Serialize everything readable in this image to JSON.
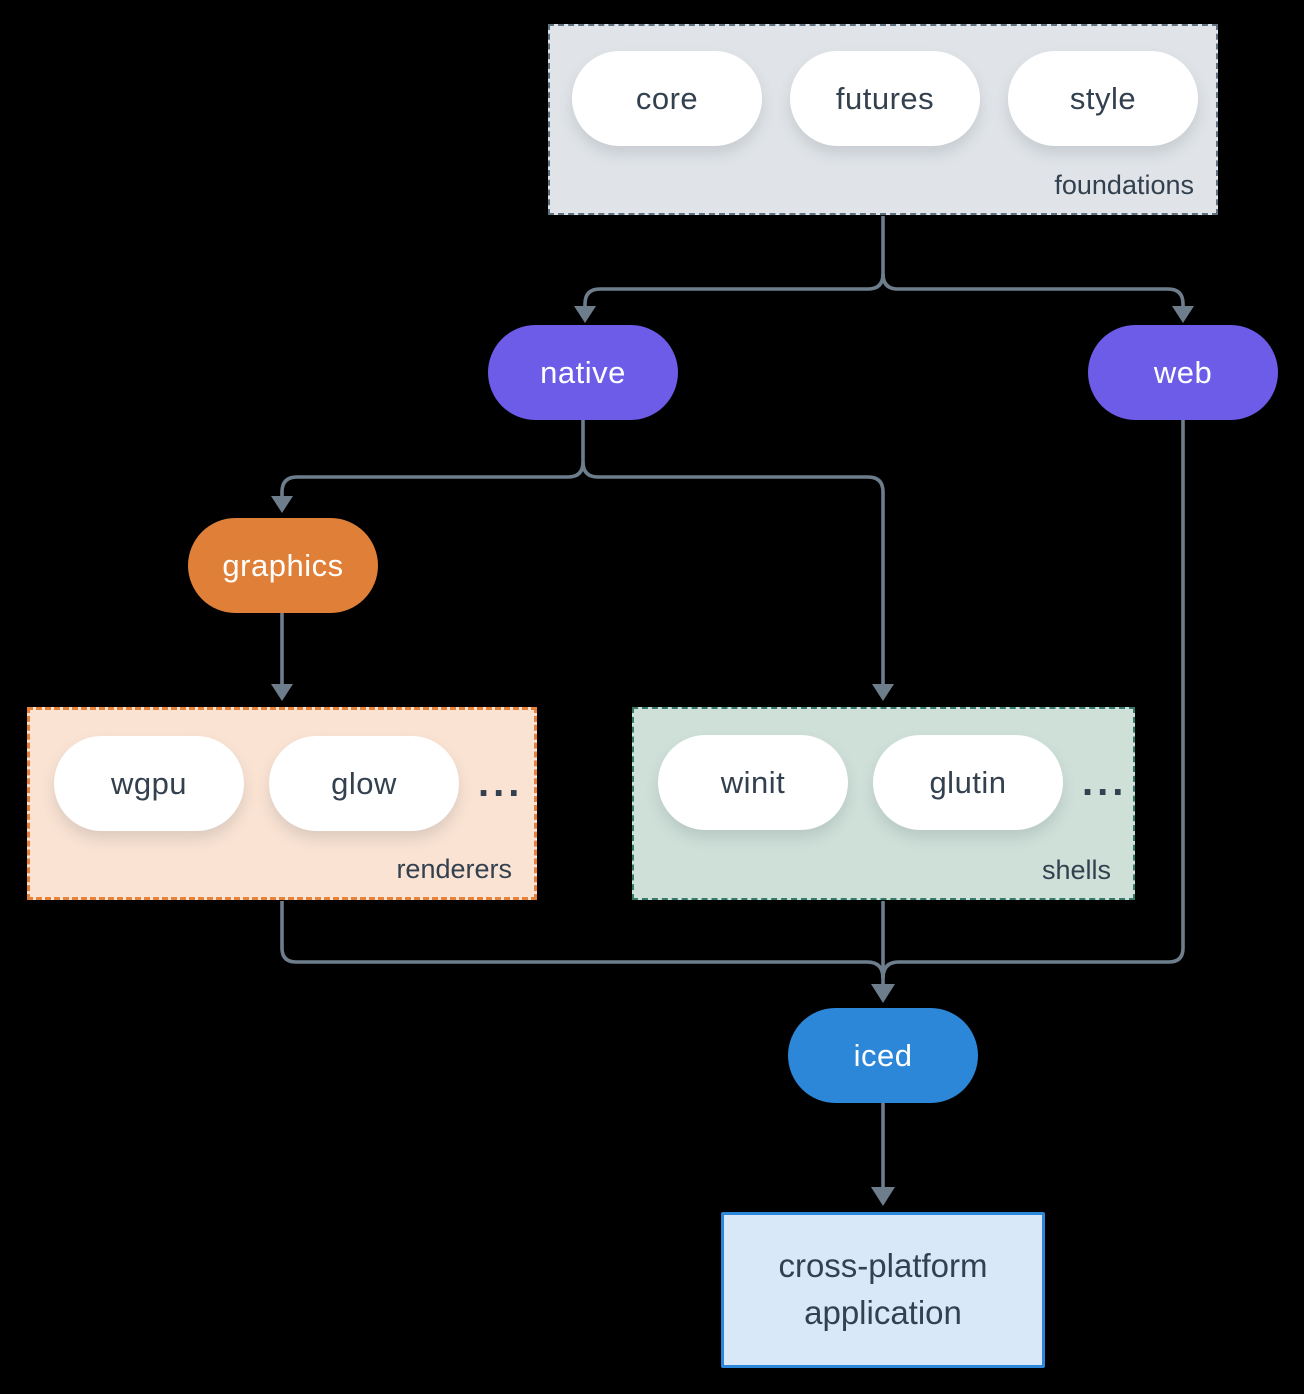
{
  "colors": {
    "background": "#000000",
    "arrow": "#6d7d8c",
    "dark_text": "#33404f",
    "node_purple": "#6c5ce7",
    "node_orange": "#e08038",
    "node_blue": "#2d87d8",
    "foundations_fill": "#e0e4e8",
    "foundations_border": "#5f7282",
    "renderers_fill": "#fae3d3",
    "renderers_border": "#e8823a",
    "shells_fill": "#cfe0d9",
    "shells_border": "#347a6b",
    "application_fill": "#d9e8f8",
    "application_border": "#2d87d8"
  },
  "foundations": {
    "label": "foundations",
    "items": [
      "core",
      "futures",
      "style"
    ]
  },
  "nodes": {
    "native": "native",
    "web": "web",
    "graphics": "graphics",
    "iced": "iced",
    "application": "cross-platform application"
  },
  "renderers": {
    "label": "renderers",
    "items": [
      "wgpu",
      "glow"
    ],
    "ellipsis": "..."
  },
  "shells": {
    "label": "shells",
    "items": [
      "winit",
      "glutin"
    ],
    "ellipsis": "..."
  }
}
